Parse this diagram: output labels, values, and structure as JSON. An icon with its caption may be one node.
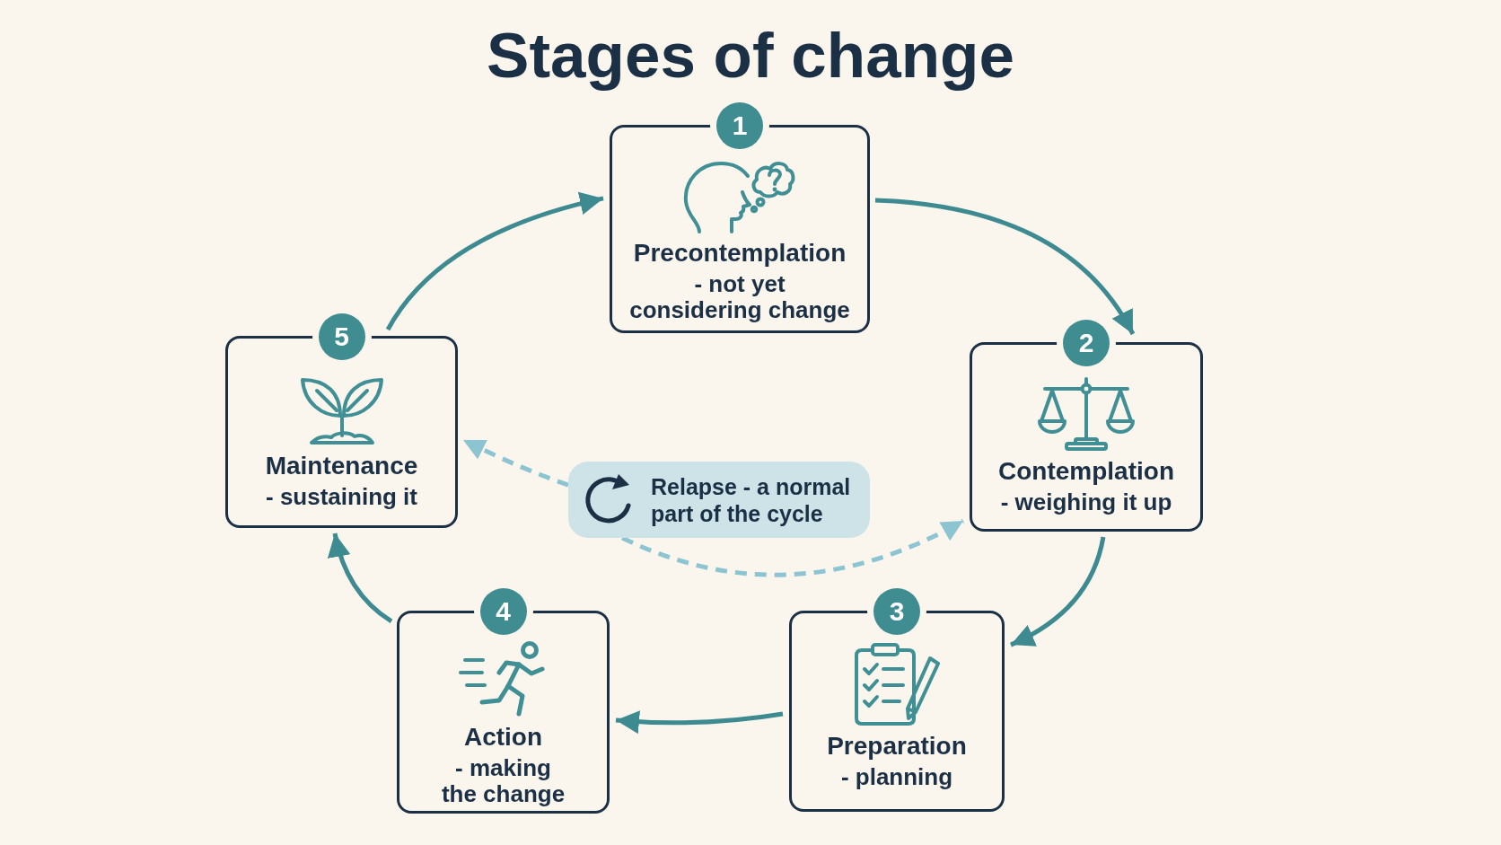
{
  "diagram": {
    "title": "Stages of change",
    "nodes": [
      {
        "text": [
          "1",
          "Precontemplation",
          "- not yet considering change"
        ]
      },
      {
        "text": [
          "2",
          "Contemplation",
          "- weighing it up"
        ]
      },
      {
        "text": [
          "3",
          "Preparation",
          "- planning"
        ]
      },
      {
        "text": [
          "4",
          "Action",
          "- making the change"
        ]
      },
      {
        "text": [
          "5",
          "Maintenance",
          "- sustaining it"
        ]
      },
      {
        "text": [
          "Relapse - a normal part of the cycle"
        ]
      }
    ],
    "edges": [
      {
        "from": 0,
        "to": 1,
        "arrow": "to"
      },
      {
        "from": 1,
        "to": 2,
        "arrow": "to"
      },
      {
        "from": 2,
        "to": 3,
        "arrow": "to"
      },
      {
        "from": 3,
        "to": 4,
        "arrow": "to"
      },
      {
        "from": 4,
        "to": 0,
        "arrow": "to"
      },
      {
        "from": 5,
        "to": 4,
        "arrow": "to",
        "style": "dashed",
        "color": "#8cc4d1"
      },
      {
        "from": 5,
        "to": 1,
        "arrow": "to",
        "style": "dashed",
        "color": "#8cc4d1"
      }
    ]
  }
}
